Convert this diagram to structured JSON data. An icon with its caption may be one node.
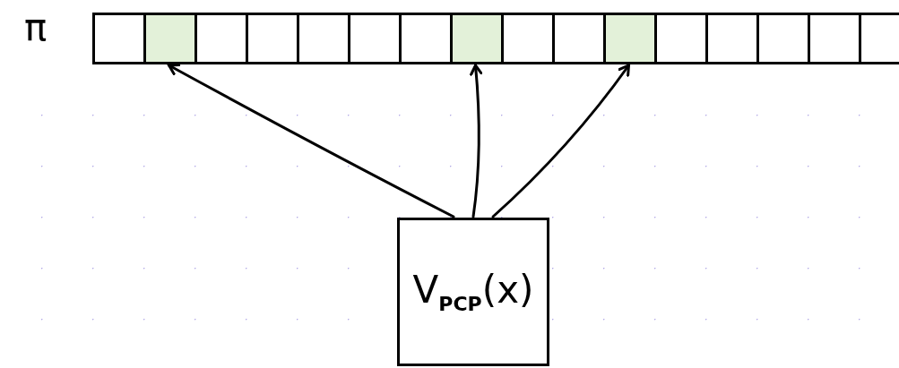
{
  "diagram": {
    "nodes": [
      {
        "text": [],
        "shape": "bar",
        "beside": [
          "π"
        ]
      },
      {
        "text": [],
        "shape": "box",
        "in": 0
      },
      {
        "text": [],
        "shape": "box",
        "in": 0
      },
      {
        "text": [],
        "shape": "box",
        "in": 0
      },
      {
        "text": [],
        "shape": "box",
        "in": 0
      },
      {
        "text": [],
        "shape": "box",
        "in": 0
      },
      {
        "text": [],
        "shape": "box",
        "in": 0
      },
      {
        "text": [],
        "shape": "box",
        "in": 0
      },
      {
        "text": [],
        "shape": "box",
        "in": 0
      },
      {
        "text": [],
        "shape": "box",
        "in": 0
      },
      {
        "text": [],
        "shape": "box",
        "in": 0
      },
      {
        "text": [],
        "shape": "box",
        "in": 0
      },
      {
        "text": [],
        "shape": "box",
        "in": 0
      },
      {
        "text": [],
        "shape": "box",
        "in": 0
      },
      {
        "text": [],
        "shape": "box",
        "in": 0
      },
      {
        "text": [],
        "shape": "box",
        "in": 0
      },
      {
        "text": [],
        "shape": "box",
        "in": 0
      },
      {
        "text": [
          "V$_{PCP}$(x)"
        ]
      }
    ],
    "edges": [
      {
        "from": 17,
        "to": 2,
        "arrow": "to"
      },
      {
        "from": 17,
        "to": 8,
        "arrow": "to"
      },
      {
        "from": 17,
        "to": 11,
        "arrow": "to"
      }
    ]
  }
}
